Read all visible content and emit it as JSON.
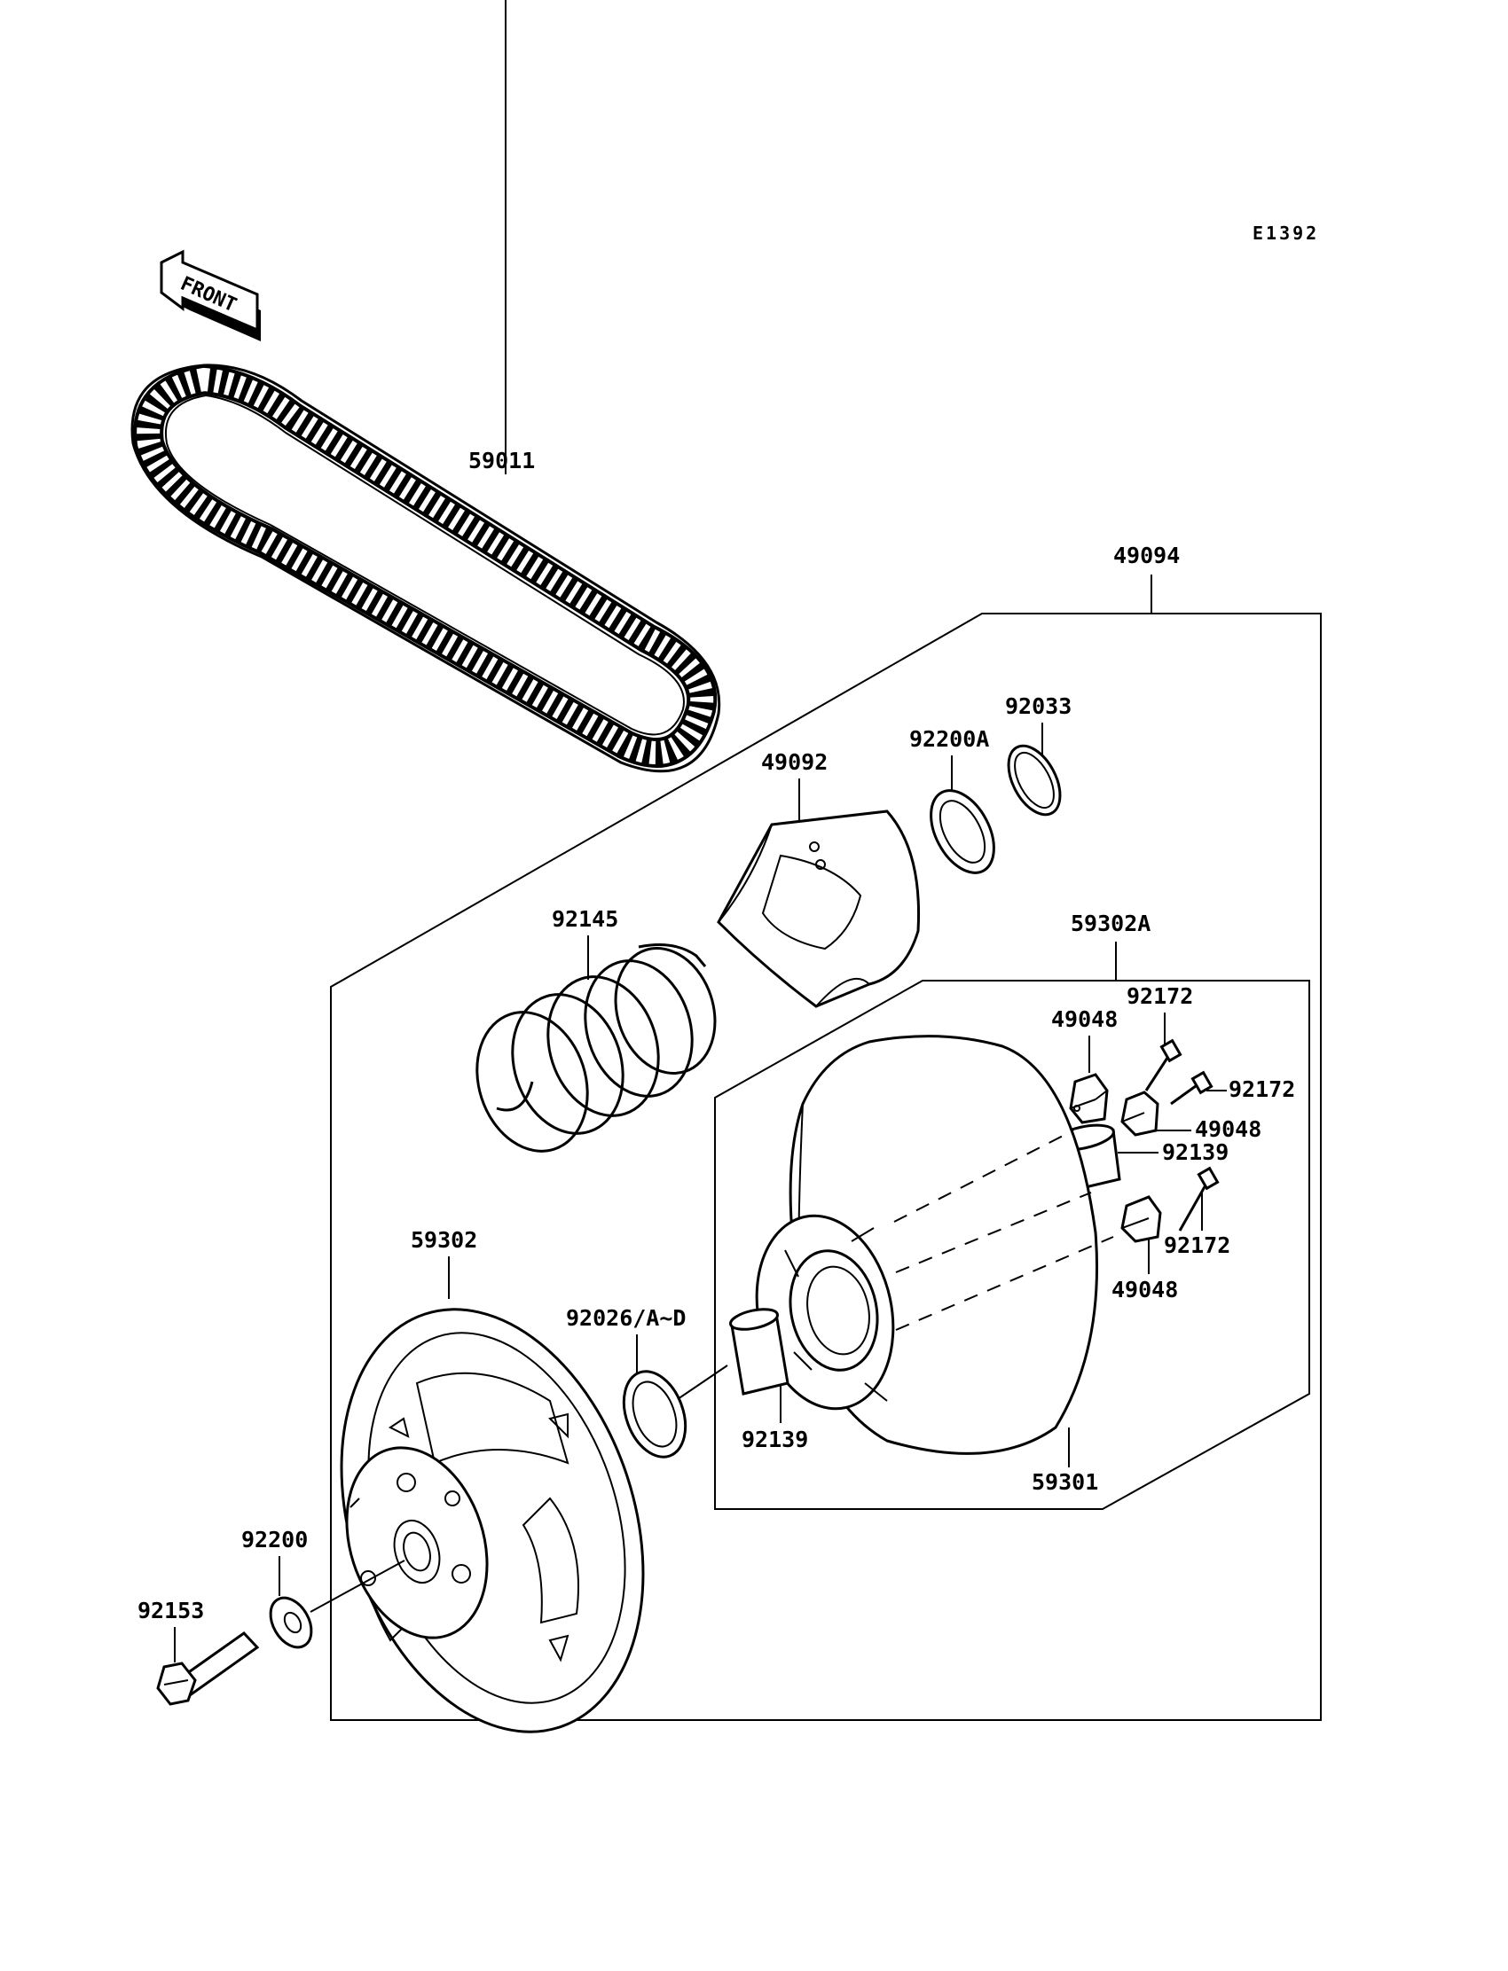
{
  "diagram": {
    "code": "E1392",
    "front_label": "FRONT",
    "parts": {
      "belt": "59011",
      "assy": "49094",
      "ring_a": "92200A",
      "circlip": "92033",
      "cam": "49092",
      "spring": "92145",
      "sub_assy": "59302A",
      "bolt_top": "92172",
      "slider_top": "49048",
      "bolt_mid": "92172",
      "slider_mid": "49048",
      "bush_mid": "92139",
      "bolt_low": "92172",
      "slider_low": "49048",
      "sheave_fixed": "59302",
      "shim": "92026/A~D",
      "bush_low": "92139",
      "sheave_movable": "59301",
      "washer": "92200",
      "bolt": "92153"
    }
  }
}
